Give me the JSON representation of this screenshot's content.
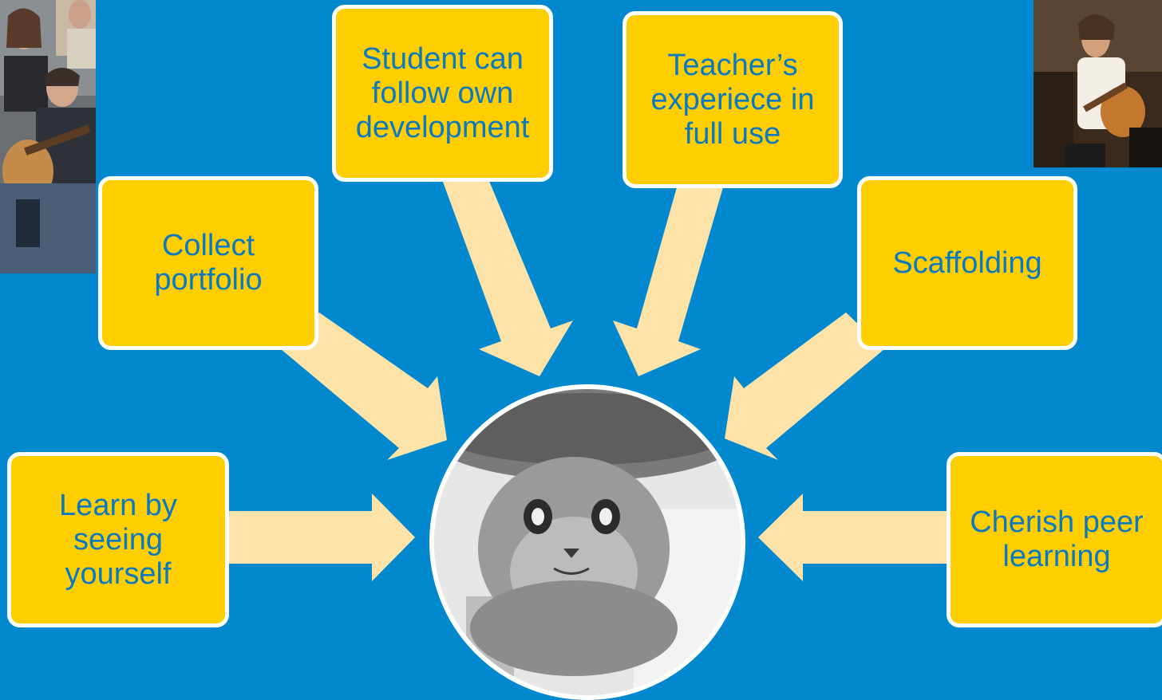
{
  "colors": {
    "background": "#0288CF",
    "box_fill": "#FFCE00",
    "box_border": "#FFFFFF",
    "box_text": "#0A79C0",
    "arrow": "#FDE3A7"
  },
  "nodes": {
    "learn_by_seeing": "Learn by\nseeing\nyourself",
    "collect_portfolio": "Collect\nportfolio",
    "student_development": "Student can\nfollow own\ndevelopment",
    "teacher_experience": "Teacher’s\nexperiece in\nfull use",
    "scaffolding": "Scaffolding",
    "cherish_peer": "Cherish peer\nlearning"
  },
  "images": {
    "top_left_photo": "students-with-guitar-photo",
    "top_right_photo": "guitarist-photo",
    "center_photo": "cat-photo"
  }
}
